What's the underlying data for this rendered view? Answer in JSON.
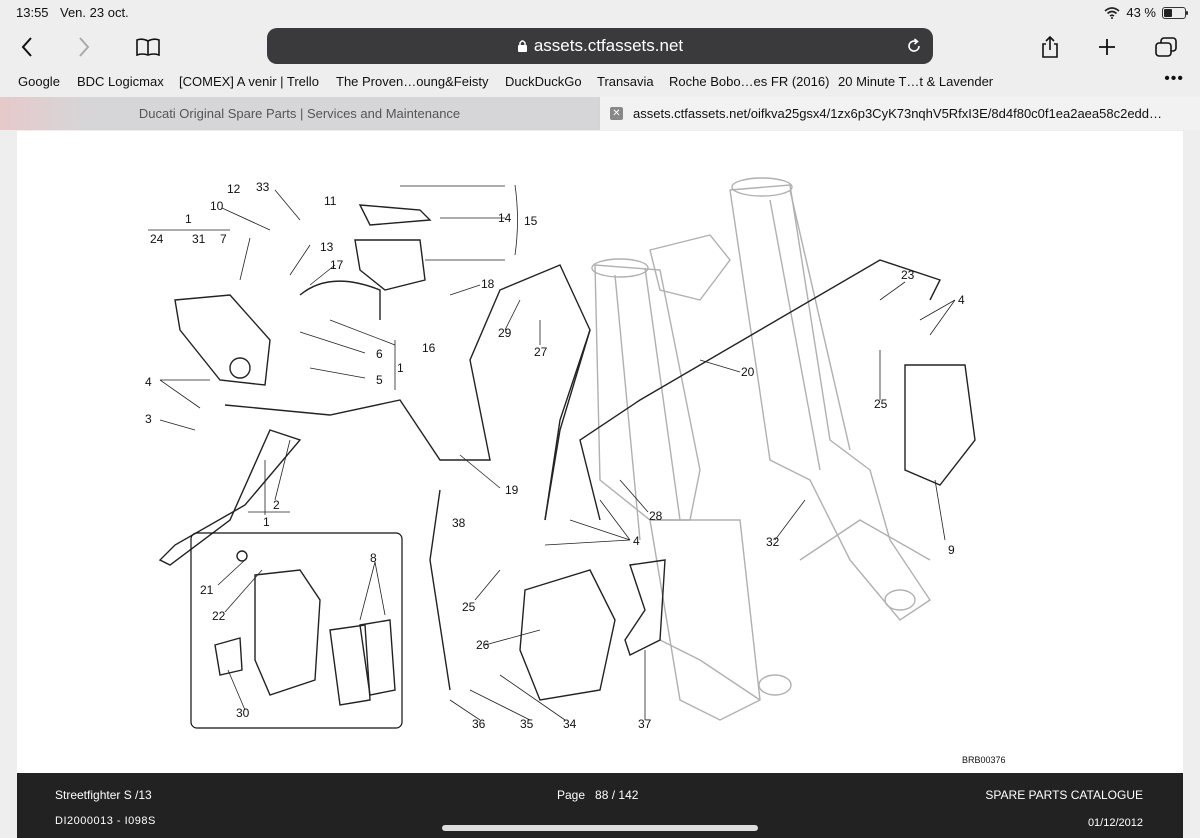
{
  "status": {
    "time": "13:55",
    "date": "Ven. 23 oct.",
    "battery": "43 %"
  },
  "toolbar": {
    "url": "assets.ctfassets.net"
  },
  "favorites": [
    "Google",
    "BDC Logicmax",
    "[COMEX] A venir | Trello",
    "The Proven…oung&Feisty",
    "DuckDuckGo",
    "Transavia",
    "Roche Bobo…es FR (2016)",
    "20 Minute T…t & Lavender"
  ],
  "tabs": [
    {
      "title": "Ducati Original Spare Parts | Services and Maintenance",
      "active": false
    },
    {
      "title": "assets.ctfassets.net/oifkva25gsx4/1zx6p3CyK73nqhV5RfxI3E/8d4f80c0f1ea2aea58c2edd…",
      "active": true
    }
  ],
  "diagram": {
    "ref_code": "BRB00376",
    "callouts": [
      "1",
      "2",
      "3",
      "4",
      "5",
      "6",
      "7",
      "8",
      "9",
      "10",
      "11",
      "12",
      "13",
      "14",
      "15",
      "16",
      "17",
      "18",
      "19",
      "20",
      "21",
      "22",
      "23",
      "24",
      "25",
      "26",
      "27",
      "28",
      "29",
      "30",
      "31",
      "32",
      "33",
      "34",
      "35",
      "36",
      "37",
      "38"
    ]
  },
  "footer": {
    "model": "Streetfighter S /13",
    "code": "DI2000013 - I098S",
    "page_label": "Page",
    "page_value": "88 / 142",
    "catalogue": "SPARE PARTS CATALOGUE",
    "date": "01/12/2012"
  },
  "icons": [
    "back-icon",
    "forward-icon",
    "bookmarks-icon",
    "lock-icon",
    "reload-icon",
    "share-icon",
    "new-tab-icon",
    "tabs-overview-icon",
    "wifi-icon",
    "battery-icon",
    "close-tab-icon",
    "more-icon"
  ]
}
